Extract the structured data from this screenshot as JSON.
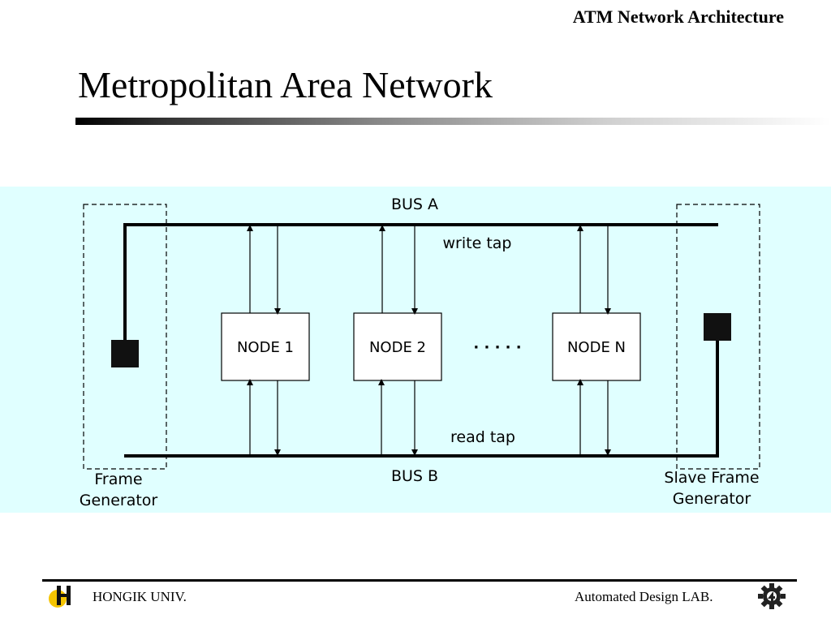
{
  "header": {
    "section": "ATM Network Architecture",
    "title": "Metropolitan Area Network"
  },
  "diagram": {
    "bus_a_label": "BUS A",
    "bus_b_label": "BUS B",
    "write_tap_label": "write tap",
    "read_tap_label": "read tap",
    "nodes": [
      "NODE 1",
      "NODE 2",
      "NODE N"
    ],
    "ellipsis": "· · · · ·",
    "frame_generator": [
      "Frame",
      "Generator"
    ],
    "slave_frame_generator": [
      "Slave Frame",
      "Generator"
    ]
  },
  "footer": {
    "left": "HONGIK UNIV.",
    "right": "Automated Design LAB."
  },
  "colors": {
    "diagram_background": "#e0ffff",
    "logo_yellow": "#f5c400"
  },
  "icons": {
    "left_logo": "hongik-h-logo-icon",
    "right_logo": "gear-logo-icon"
  }
}
